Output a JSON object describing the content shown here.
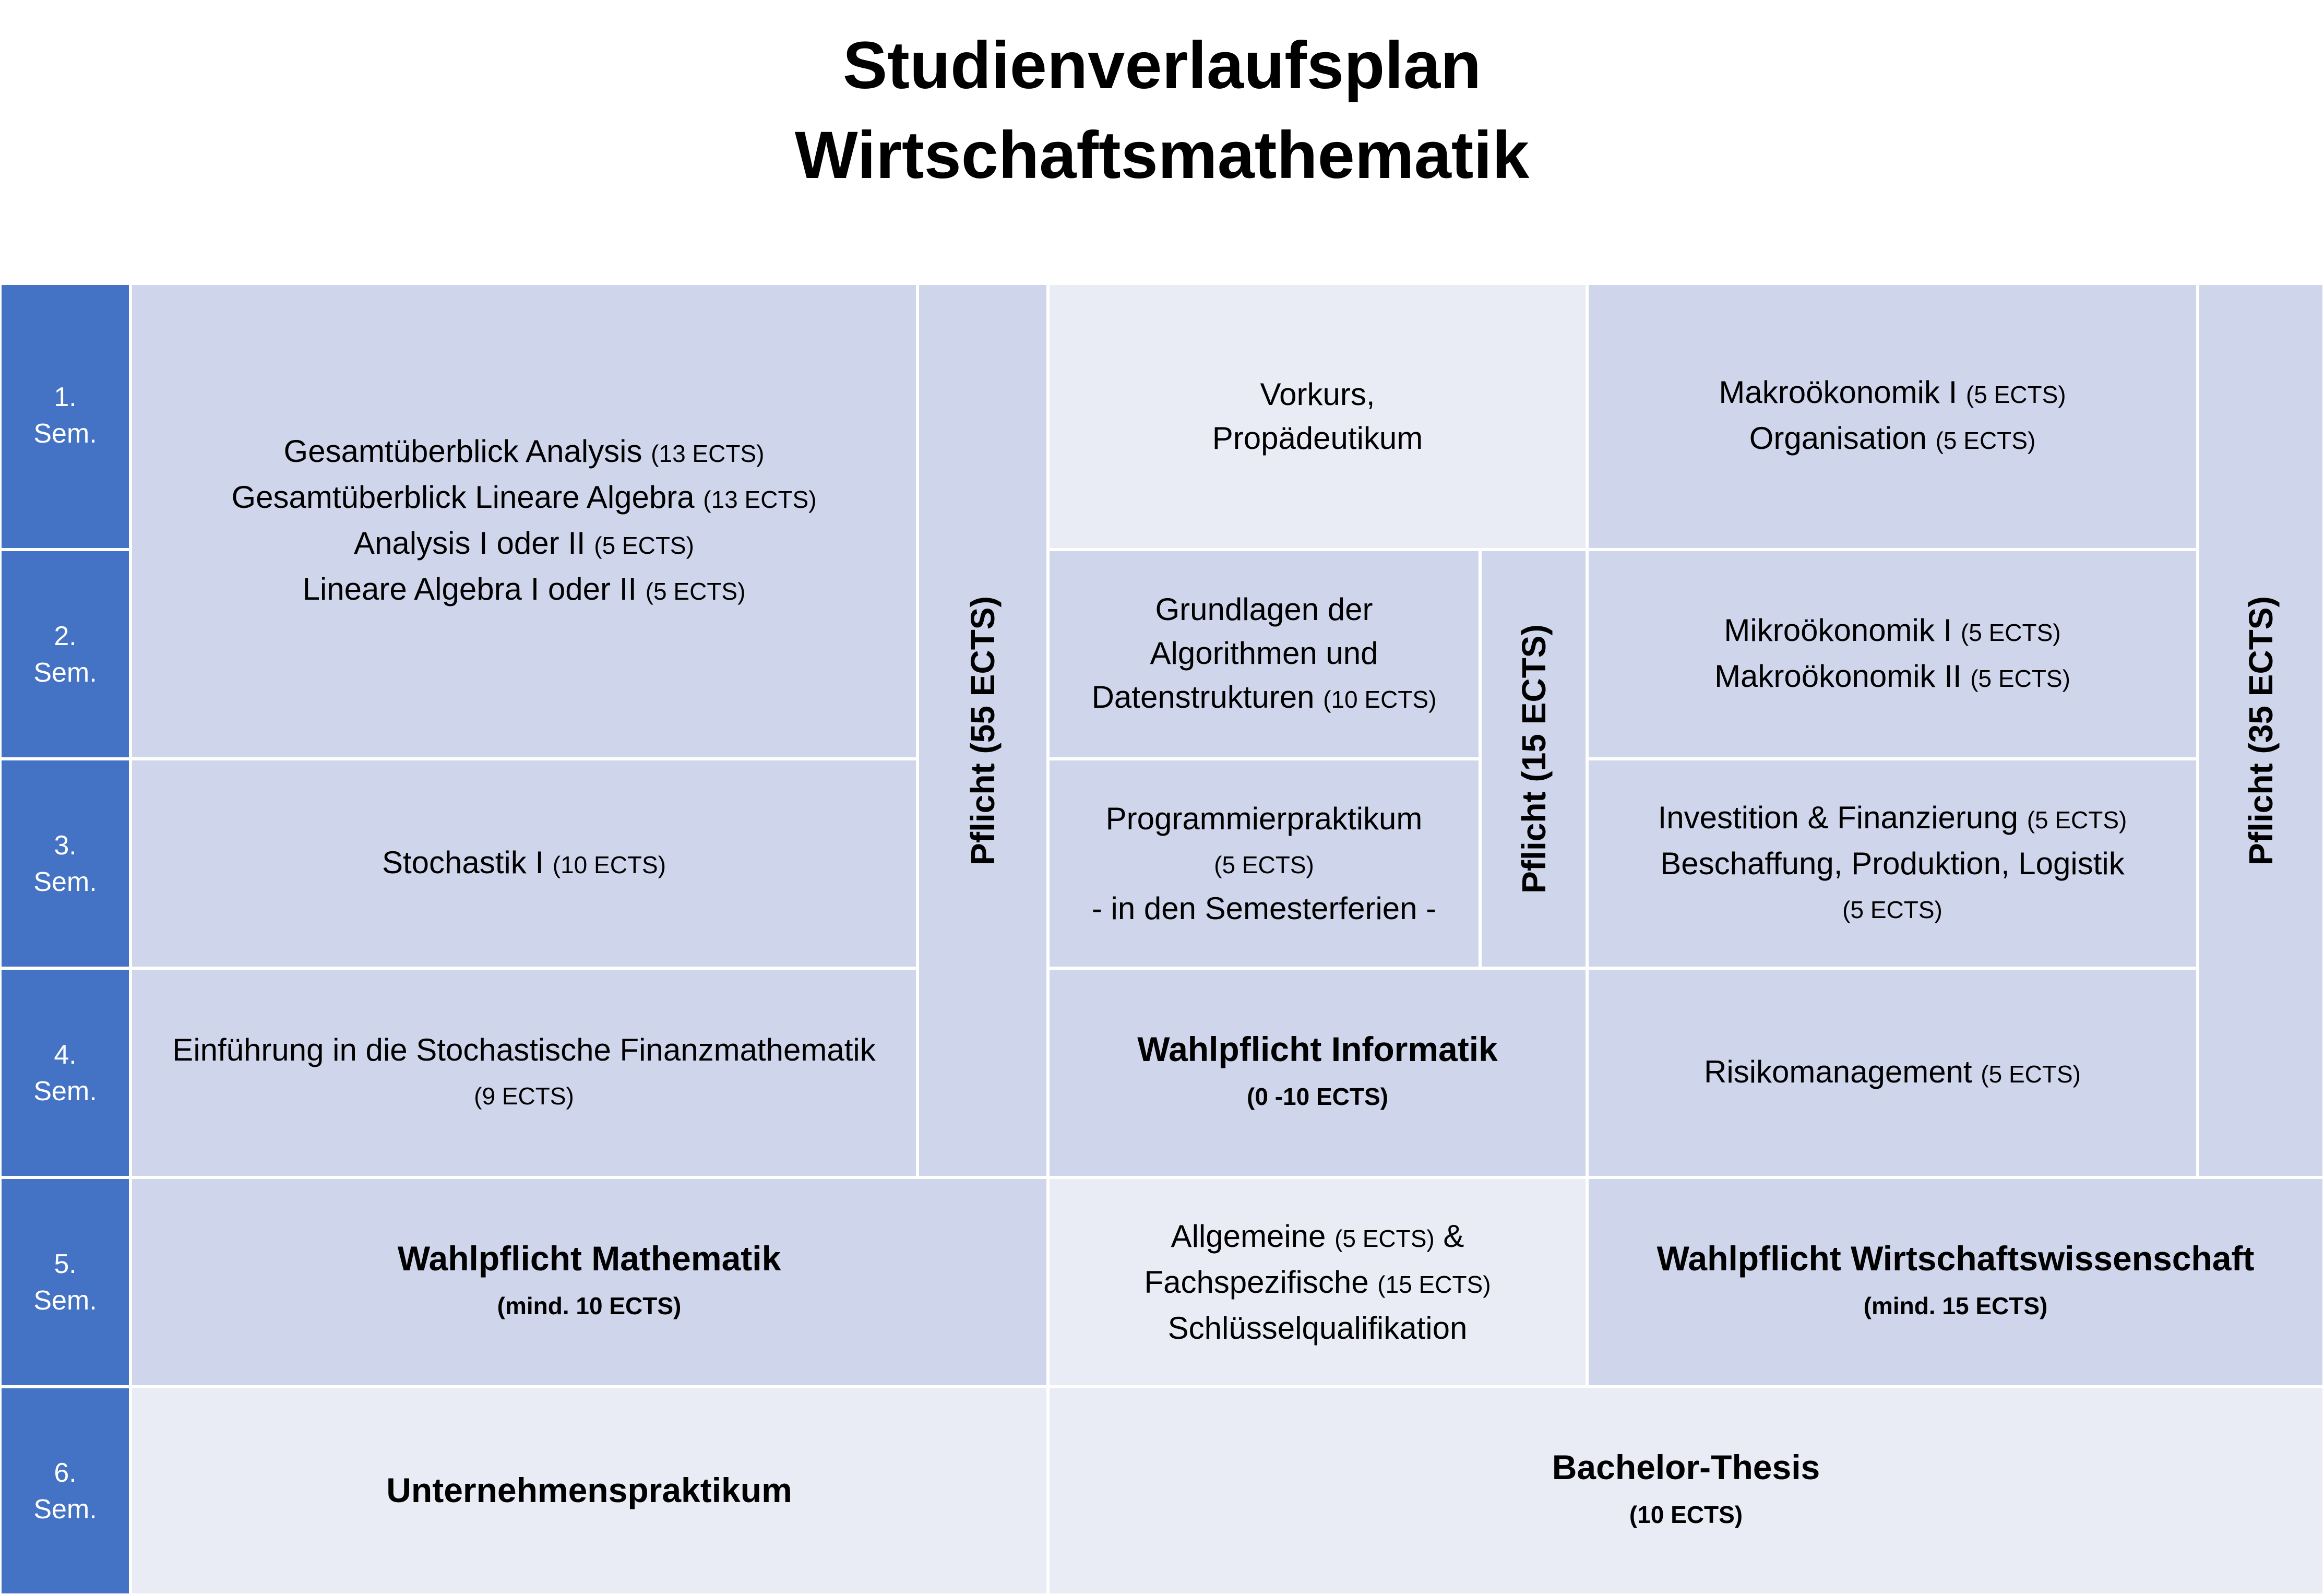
{
  "title": [
    "Studienverlaufsplan",
    "Wirtschaftsmathematik"
  ],
  "colors": {
    "semester": "#4472C4",
    "medium": "#CFD5EA",
    "light": "#E9EBF5"
  },
  "semesters": [
    {
      "id": "s1",
      "lines": [
        [
          {
            "t": "1."
          }
        ],
        [
          {
            "t": "Sem."
          }
        ]
      ]
    },
    {
      "id": "s2",
      "lines": [
        [
          {
            "t": "2."
          }
        ],
        [
          {
            "t": "Sem."
          }
        ]
      ]
    },
    {
      "id": "s3",
      "lines": [
        [
          {
            "t": "3."
          }
        ],
        [
          {
            "t": "Sem."
          }
        ]
      ]
    },
    {
      "id": "s4",
      "lines": [
        [
          {
            "t": "4."
          }
        ],
        [
          {
            "t": "Sem."
          }
        ]
      ]
    },
    {
      "id": "s5",
      "lines": [
        [
          {
            "t": "5."
          }
        ],
        [
          {
            "t": "Sem."
          }
        ]
      ]
    },
    {
      "id": "s6",
      "lines": [
        [
          {
            "t": "6."
          }
        ],
        [
          {
            "t": "Sem."
          }
        ]
      ]
    }
  ],
  "cells": [
    {
      "id": "a12",
      "lines": [
        [
          {
            "t": "Gesamtüberblick Analysis "
          },
          {
            "t": "(13 ECTS)",
            "s": 1
          }
        ],
        [
          {
            "t": "Gesamtüberblick Lineare Algebra "
          },
          {
            "t": "(13 ECTS)",
            "s": 1
          }
        ],
        [
          {
            "t": "Analysis I oder II "
          },
          {
            "t": "(5 ECTS)",
            "s": 1
          }
        ],
        [
          {
            "t": "Lineare Algebra I oder II "
          },
          {
            "t": "(5 ECTS)",
            "s": 1
          }
        ]
      ]
    },
    {
      "id": "a3",
      "lines": [
        [
          {
            "t": "Stochastik I "
          },
          {
            "t": "(10 ECTS)",
            "s": 1
          }
        ]
      ]
    },
    {
      "id": "a4",
      "lines": [
        [
          {
            "t": "Einführung in die Stochastische Finanzmathematik"
          }
        ],
        [
          {
            "t": "(9 ECTS)",
            "s": 1
          }
        ]
      ]
    },
    {
      "id": "p55",
      "vertical": "Pflicht (55 ECTS)"
    },
    {
      "id": "b1",
      "light": 1,
      "lines": [
        [
          {
            "t": "Vorkurs,"
          }
        ],
        [
          {
            "t": "Propädeutikum"
          }
        ]
      ]
    },
    {
      "id": "b2",
      "lines": [
        [
          {
            "t": "Grundlagen der"
          }
        ],
        [
          {
            "t": "Algorithmen und"
          }
        ],
        [
          {
            "t": "Datenstrukturen "
          },
          {
            "t": "(10 ECTS)",
            "s": 1
          }
        ]
      ]
    },
    {
      "id": "b3",
      "lines": [
        [
          {
            "t": "Programmierpraktikum"
          }
        ],
        [
          {
            "t": "(5 ECTS)",
            "s": 1
          }
        ],
        [
          {
            "t": "- in den Semesterferien -"
          }
        ]
      ]
    },
    {
      "id": "p15",
      "vertical": "Pflicht (15 ECTS)"
    },
    {
      "id": "b4",
      "bold": 1,
      "lines": [
        [
          {
            "t": "Wahlpflicht Informatik",
            "big": 1
          }
        ],
        [
          {
            "t": "(0 -10 ECTS)",
            "s": 1
          }
        ]
      ]
    },
    {
      "id": "c1",
      "lines": [
        [
          {
            "t": "Makroökonomik I "
          },
          {
            "t": "(5 ECTS)",
            "s": 1
          }
        ],
        [
          {
            "t": "Organisation "
          },
          {
            "t": "(5 ECTS)",
            "s": 1
          }
        ]
      ]
    },
    {
      "id": "c2",
      "lines": [
        [
          {
            "t": "Mikroökonomik I "
          },
          {
            "t": "(5 ECTS)",
            "s": 1
          }
        ],
        [
          {
            "t": "Makroökonomik II "
          },
          {
            "t": "(5 ECTS)",
            "s": 1
          }
        ]
      ]
    },
    {
      "id": "c3",
      "lines": [
        [
          {
            "t": "Investition & Finanzierung "
          },
          {
            "t": "(5 ECTS)",
            "s": 1
          }
        ],
        [
          {
            "t": "Beschaffung, Produktion, Logistik"
          }
        ],
        [
          {
            "t": "(5 ECTS)",
            "s": 1
          }
        ]
      ]
    },
    {
      "id": "c4",
      "lines": [
        [
          {
            "t": "Risikomanagement "
          },
          {
            "t": "(5 ECTS)",
            "s": 1
          }
        ]
      ]
    },
    {
      "id": "p35",
      "vertical": "Pflicht (35 ECTS)"
    },
    {
      "id": "a5",
      "bold": 1,
      "lines": [
        [
          {
            "t": "Wahlpflicht Mathematik",
            "big": 1
          }
        ],
        [
          {
            "t": "(mind. 10 ECTS)",
            "s": 1
          }
        ]
      ]
    },
    {
      "id": "b5",
      "light": 1,
      "lines": [
        [
          {
            "t": "Allgemeine "
          },
          {
            "t": "(5 ECTS)",
            "s": 1
          },
          {
            "t": " &"
          }
        ],
        [
          {
            "t": "Fachspezifische "
          },
          {
            "t": "(15 ECTS)",
            "s": 1
          }
        ],
        [
          {
            "t": "Schlüsselqualifikation"
          }
        ]
      ]
    },
    {
      "id": "c5",
      "bold": 1,
      "lines": [
        [
          {
            "t": "Wahlpflicht Wirtschaftswissenschaft",
            "big": 1
          }
        ],
        [
          {
            "t": "(mind. 15 ECTS)",
            "s": 1
          }
        ]
      ]
    },
    {
      "id": "a6",
      "bold": 1,
      "light": 1,
      "lines": [
        [
          {
            "t": "Unternehmenspraktikum",
            "big": 1
          }
        ]
      ]
    },
    {
      "id": "b6",
      "bold": 1,
      "light": 1,
      "lines": [
        [
          {
            "t": "Bachelor-Thesis",
            "big": 1
          }
        ],
        [
          {
            "t": "(10 ECTS)",
            "s": 1
          }
        ]
      ]
    }
  ]
}
